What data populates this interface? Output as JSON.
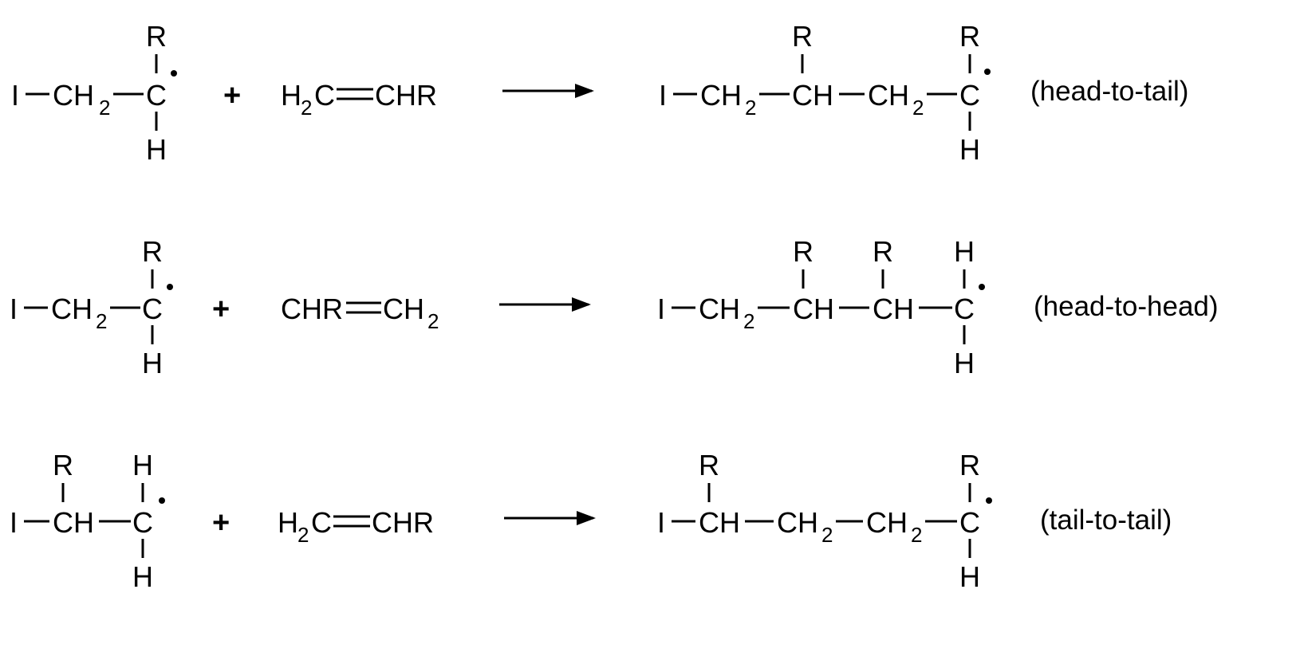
{
  "atoms": {
    "I": "I",
    "CH": "CH",
    "C": "C",
    "H": "H",
    "R": "R",
    "sub2": "2",
    "CHR": "CHR"
  },
  "operators": {
    "plus": "+"
  },
  "reactions": [
    {
      "label": "(head-to-tail)"
    },
    {
      "label": "(head-to-head)"
    },
    {
      "label": "(tail-to-tail)"
    }
  ]
}
